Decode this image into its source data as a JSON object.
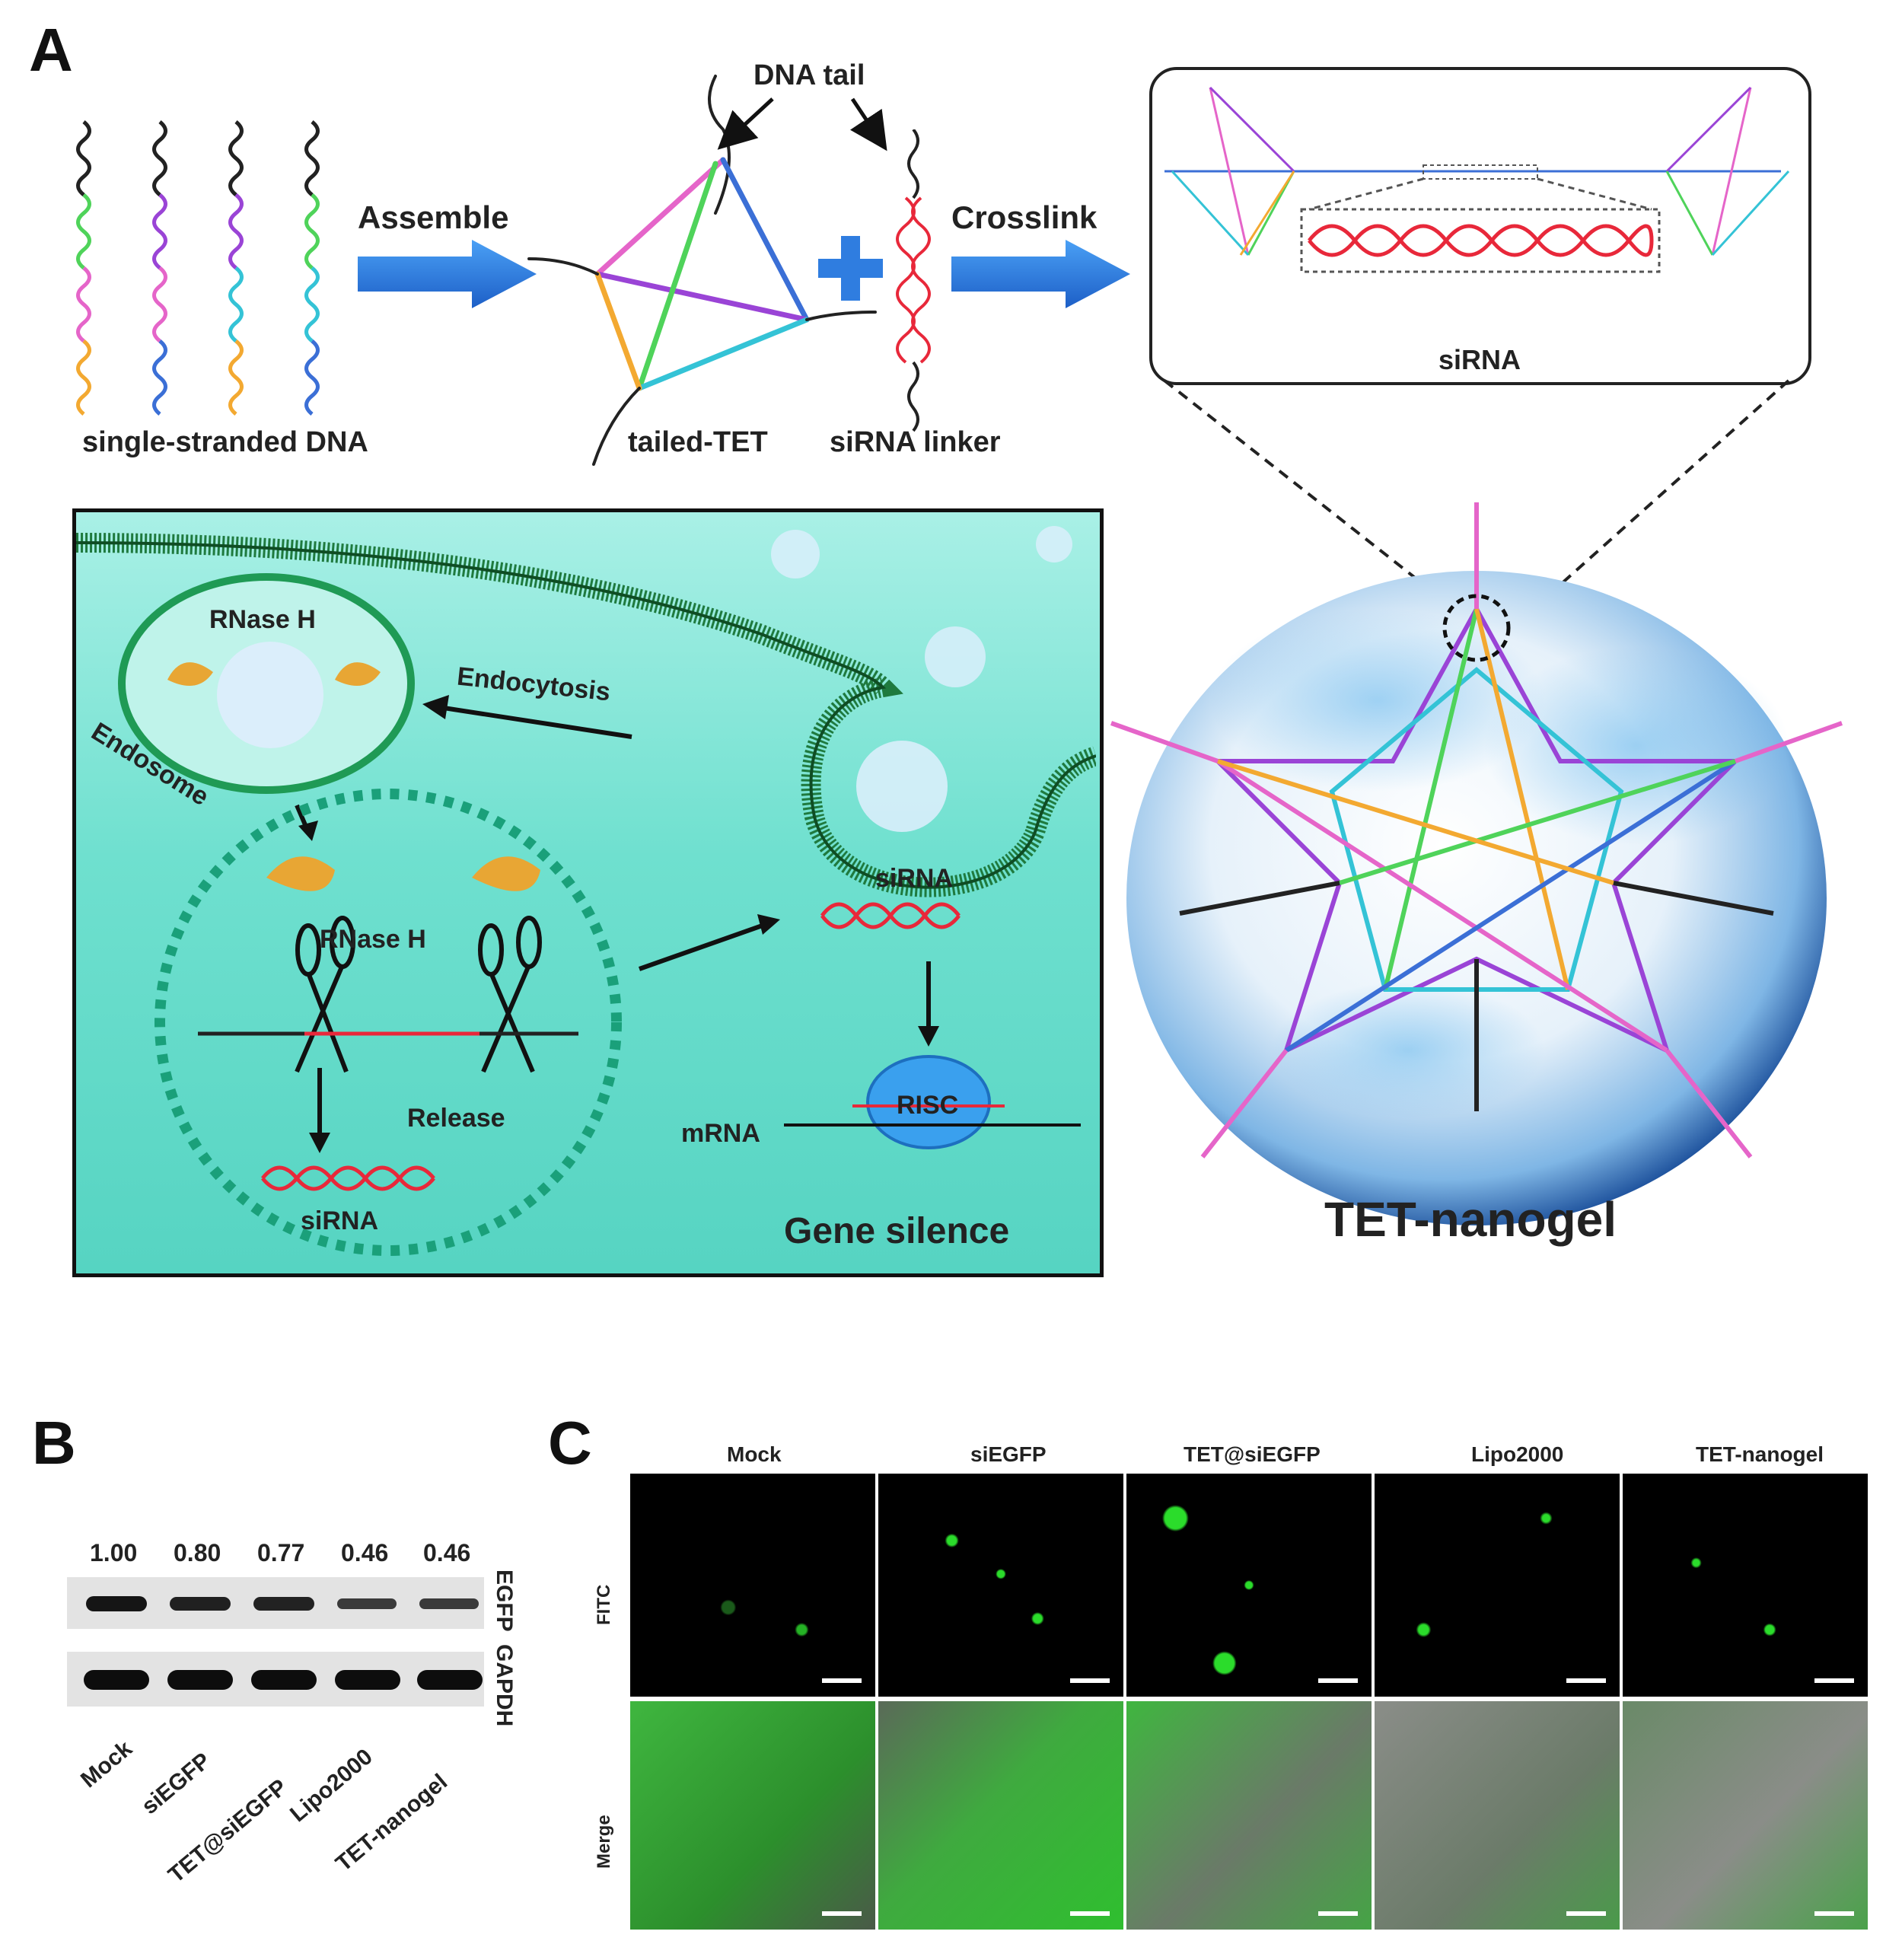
{
  "panelA": {
    "letter": "A",
    "labels": {
      "single_stranded_dna": "single-stranded DNA",
      "assemble": "Assemble",
      "dna_tail": "DNA tail",
      "tailed_tet": "tailed-TET",
      "sirna_linker": "siRNA linker",
      "crosslink": "Crosslink",
      "inset_sirna": "siRNA",
      "tet_nanogel": "TET-nanogel"
    },
    "cell": {
      "rnase_h_top": "RNase H",
      "endocytosis": "Endocytosis",
      "endosome": "Endosome",
      "rnase_h_mid": "RNase H",
      "release": "Release",
      "sirna_released": "siRNA",
      "sirna_right": "siRNA",
      "risc": "RISC",
      "mrna": "mRNA",
      "gene_silence": "Gene silence"
    }
  },
  "panelB": {
    "letter": "B",
    "values": [
      "1.00",
      "0.80",
      "0.77",
      "0.46",
      "0.46"
    ],
    "band_labels": [
      "EGFP",
      "GAPDH"
    ],
    "lanes": [
      "Mock",
      "siEGFP",
      "TET@siEGFP",
      "Lipo2000",
      "TET-nanogel"
    ],
    "egfp_relative": [
      1.0,
      0.8,
      0.77,
      0.46,
      0.46
    ]
  },
  "panelC": {
    "letter": "C",
    "columns": [
      "Mock",
      "siEGFP",
      "TET@siEGFP",
      "Lipo2000",
      "TET-nanogel"
    ],
    "rows": [
      "FITC",
      "Merge"
    ]
  },
  "colors": {
    "arrow_blue": "#2f7de0",
    "sirna_red": "#e8283a",
    "cell_bg": "#7ce6d8",
    "membrane": "#1f7a3e",
    "fitc_green": "#2bdc2b",
    "risc_blue": "#3aa0ee"
  }
}
